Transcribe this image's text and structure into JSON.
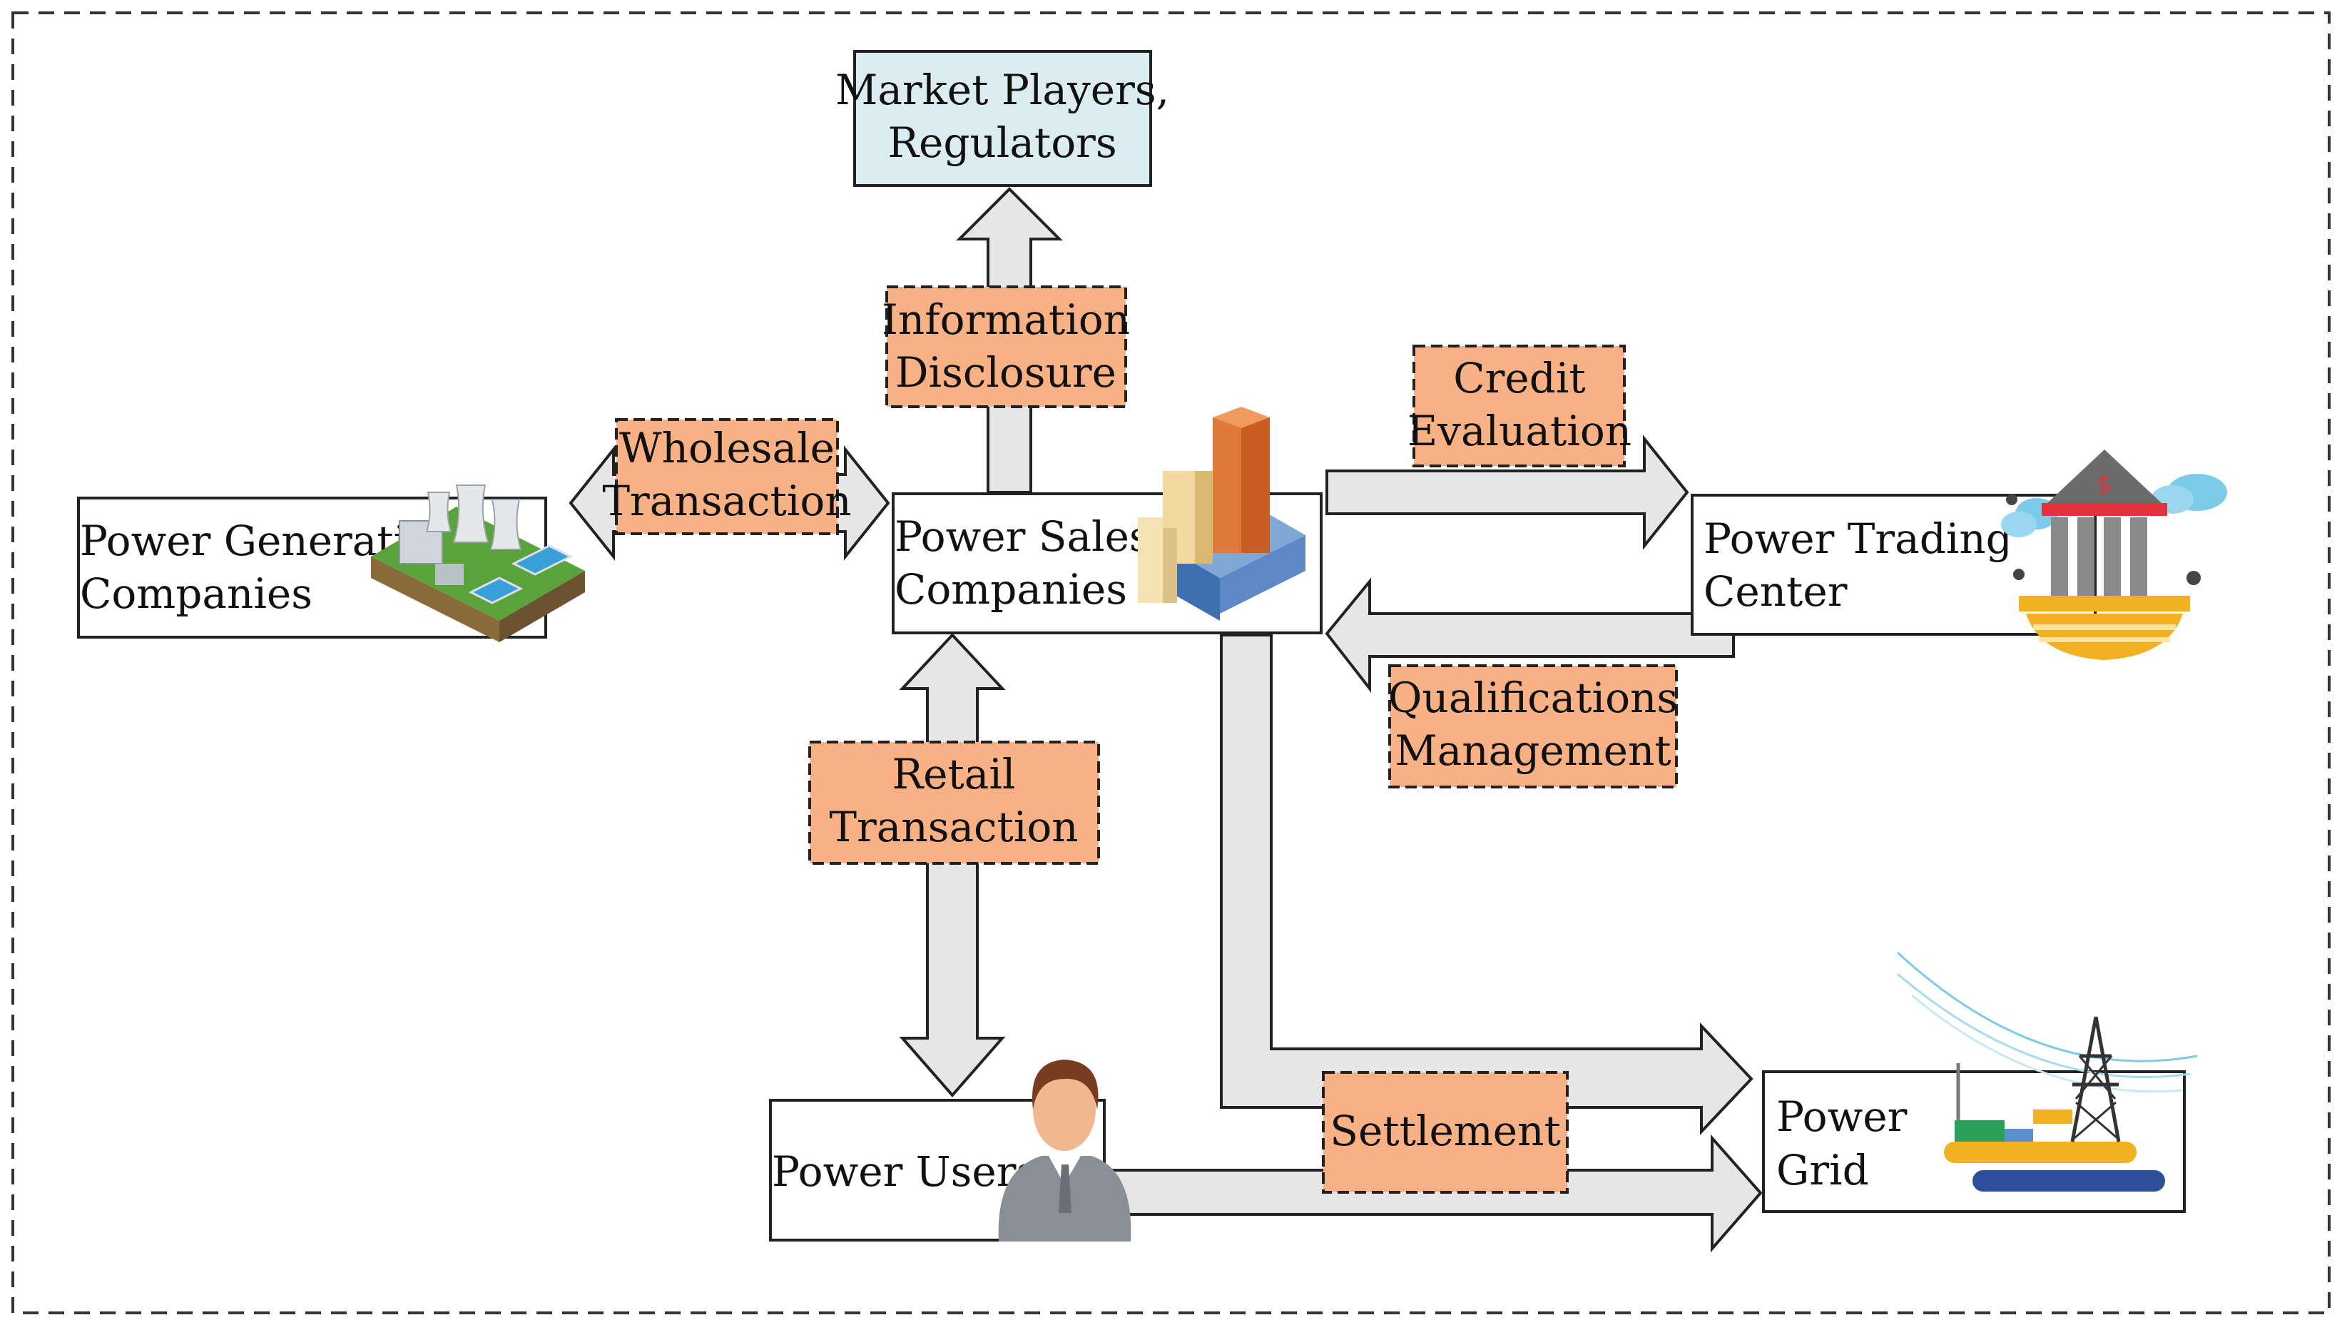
{
  "diagram": {
    "entities": {
      "market": {
        "line1": "Market Players,",
        "line2": "Regulators"
      },
      "generation": {
        "line1": "Power Generation",
        "line2": "Companies"
      },
      "sales": {
        "line1": "Power Sales",
        "line2": "Companies"
      },
      "trading": {
        "line1": "Power Trading",
        "line2": "Center"
      },
      "users": {
        "line1": "Power Users"
      },
      "grid": {
        "line1": "Power",
        "line2": "Grid"
      }
    },
    "processes": {
      "information": {
        "line1": "Information",
        "line2": "Disclosure"
      },
      "wholesale": {
        "line1": "Wholesale",
        "line2": "Transaction"
      },
      "credit": {
        "line1": "Credit",
        "line2": "Evaluation"
      },
      "qualifications": {
        "line1": "Qualifications",
        "line2": "Management"
      },
      "retail": {
        "line1": "Retail",
        "line2": "Transaction"
      },
      "settlement": {
        "line1": "Settlement"
      }
    },
    "colors": {
      "process_fill": "#f7b184",
      "market_fill": "#dcedf2",
      "arrow_fill": "#e6e6e6",
      "stroke": "#222222"
    }
  }
}
